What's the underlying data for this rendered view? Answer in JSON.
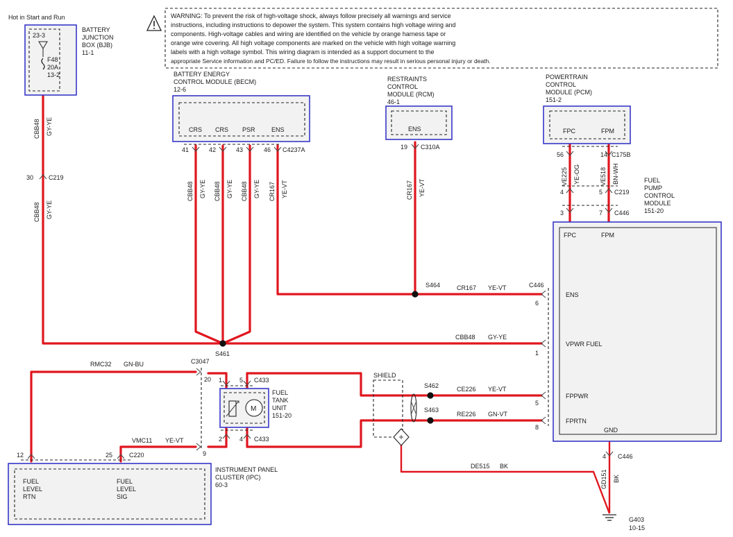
{
  "warning": {
    "lines": [
      "WARNING: To prevent the risk of high-voltage shock, always follow precisely all warnings and service",
      "instructions, including instructions to depower the system. This system contains high voltage wiring and",
      "components. High-voltage cables and wiring are identified on the vehicle by orange harness tape or",
      "orange wire covering. All high voltage components are marked on the vehicle with high voltage warning",
      "labels with a high voltage symbol. This wiring diagram is intended as a support document to the",
      "appropriate Service information and PC/ED. Failure to follow the instructions may result in serious personal injury or death."
    ]
  },
  "bjb": {
    "hot_label": "Hot in Start and Run",
    "name_lines": [
      "BATTERY",
      "JUNCTION",
      "BOX (BJB)",
      "11-1"
    ],
    "fuse_ref": "23-3",
    "fuse_lines": [
      "F48",
      "20A",
      "13-2"
    ]
  },
  "becm": {
    "name_lines": [
      "BATTERY ENERGY",
      "CONTROL MODULE (BECM)",
      "12-6"
    ],
    "pins": [
      "CRS",
      "CRS",
      "PSR",
      "ENS"
    ],
    "pin_numbers": [
      "41",
      "42",
      "43",
      "46"
    ],
    "connector": "C4237A"
  },
  "rcm": {
    "name_lines": [
      "RESTRAINTS",
      "CONTROL",
      "MODULE (RCM)",
      "46-1"
    ],
    "pin": "ENS",
    "pin_number": "19",
    "connector": "C310A"
  },
  "pcm": {
    "name_lines": [
      "POWERTRAIN",
      "CONTROL",
      "MODULE (PCM)",
      "151-2"
    ],
    "pins": [
      "FPC",
      "FPM"
    ],
    "pin_numbers": [
      "56",
      "14"
    ],
    "connector": "C175B"
  },
  "fpcm": {
    "name_lines": [
      "FUEL",
      "PUMP",
      "CONTROL",
      "MODULE",
      "151-20"
    ],
    "top_pins": [
      "FPC",
      "FPM"
    ],
    "side_pins": [
      "ENS",
      "VPWR FUEL",
      "FPPWR",
      "FPRTN"
    ],
    "gnd": "GND"
  },
  "ftu": {
    "name_lines": [
      "FUEL",
      "TANK",
      "UNIT",
      "151-20"
    ],
    "motor": "M"
  },
  "ipc": {
    "name_lines": [
      "INSTRUMENT PANEL",
      "CLUSTER (IPC)",
      "60-3"
    ],
    "pin1_lines": [
      "FUEL",
      "LEVEL",
      "RTN"
    ],
    "pin2_lines": [
      "FUEL",
      "LEVEL",
      "SIG"
    ]
  },
  "labels": {
    "cbb48": "CBB48",
    "gyye": "GY-YE",
    "cr167": "CR167",
    "yevt": "YE-VT",
    "ve225": "VE225",
    "yeog": "YE-OG",
    "ve518": "VE518",
    "bnwh": "BN-WH",
    "c219": "C219",
    "c219_pin": "30",
    "c219b_pins": [
      "4",
      "5"
    ],
    "c446": "C446",
    "c446_top_pins": [
      "3",
      "7"
    ],
    "c446_side_pins": [
      "6",
      "1",
      "5",
      "8"
    ],
    "c446_gnd_pin": "4",
    "s464": "S464",
    "s461": "S461",
    "s462": "S462",
    "s463": "S463",
    "shield": "SHIELD",
    "ce226": "CE226",
    "re226": "RE226",
    "gnvt": "GN-VT",
    "rmc32": "RMC32",
    "gnbu": "GN-BU",
    "c3047": "C3047",
    "c3047_pins": [
      "20",
      "9"
    ],
    "vmc11": "VMC11",
    "c433": "C433",
    "c433_top_pins": [
      "1",
      "5"
    ],
    "c433_bot_pins": [
      "2",
      "4"
    ],
    "c220": "C220",
    "c220_pins": [
      "12",
      "25"
    ],
    "de515": "DE515",
    "bk": "BK",
    "gd151": "GD151",
    "g403": "G403",
    "g403_ref": "10-15"
  }
}
